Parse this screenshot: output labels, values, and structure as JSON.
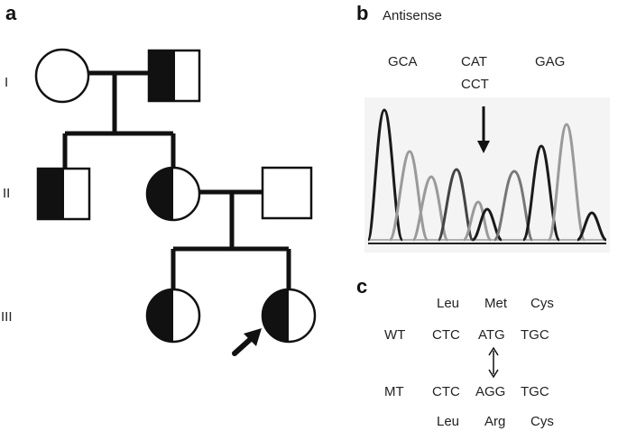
{
  "panels": {
    "a": {
      "letter": "a",
      "generations": [
        "I",
        "II",
        "III"
      ],
      "individuals": [
        {
          "id": "I-1",
          "sex": "female",
          "affected": "unaffected"
        },
        {
          "id": "I-2",
          "sex": "male",
          "affected": "half"
        },
        {
          "id": "II-1",
          "sex": "male",
          "affected": "half"
        },
        {
          "id": "II-2",
          "sex": "female",
          "affected": "half"
        },
        {
          "id": "II-3",
          "sex": "male",
          "affected": "unaffected"
        },
        {
          "id": "III-1",
          "sex": "female",
          "affected": "half"
        },
        {
          "id": "III-2",
          "sex": "female",
          "affected": "half",
          "proband": true
        }
      ]
    },
    "b": {
      "letter": "b",
      "title": "Antisense",
      "codons_top": [
        "GCA",
        "CAT",
        "GAG"
      ],
      "codon_alt": "CCT"
    },
    "c": {
      "letter": "c",
      "aa_top": [
        "Leu",
        "Met",
        "Cys"
      ],
      "wt_label": "WT",
      "wt_codons": [
        "CTC",
        "ATG",
        "TGC"
      ],
      "mt_label": "MT",
      "mt_codons": [
        "CTC",
        "AGG",
        "TGC"
      ],
      "aa_bottom": [
        "Leu",
        "Arg",
        "Cys"
      ]
    }
  },
  "colors": {
    "ink": "#111111",
    "peak_dark": "#1a1a1a",
    "peak_mid": "#666666",
    "peak_light": "#9a9a9a"
  }
}
